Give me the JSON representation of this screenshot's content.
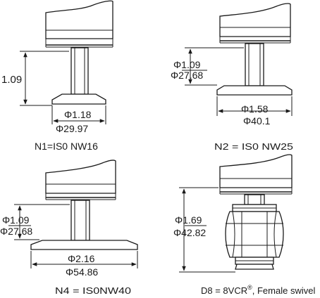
{
  "panels": {
    "n1": {
      "height_dim": "1.09",
      "dia_top": "Φ1.18",
      "dia_bottom": "Φ29.97",
      "caption": "N1=IS0 NW16"
    },
    "n2": {
      "height_top": "Φ1.09",
      "height_bottom": "Φ27.68",
      "dia_top": "Φ1.58",
      "dia_bottom": "Φ40.1",
      "caption": "N2 = IS0 NW25"
    },
    "n4": {
      "height_top": "Φ1.09",
      "height_bottom": "Φ27.68",
      "dia_top": "Φ2.16",
      "dia_bottom": "Φ54.86",
      "caption": "N4 = IS0NW40"
    },
    "d8": {
      "height_top": "Φ1.69",
      "height_bottom": "Φ42.82",
      "caption_main": "D8 = 8VCR",
      "caption_mark": "®",
      "caption_tail": ", Female swivel"
    }
  }
}
